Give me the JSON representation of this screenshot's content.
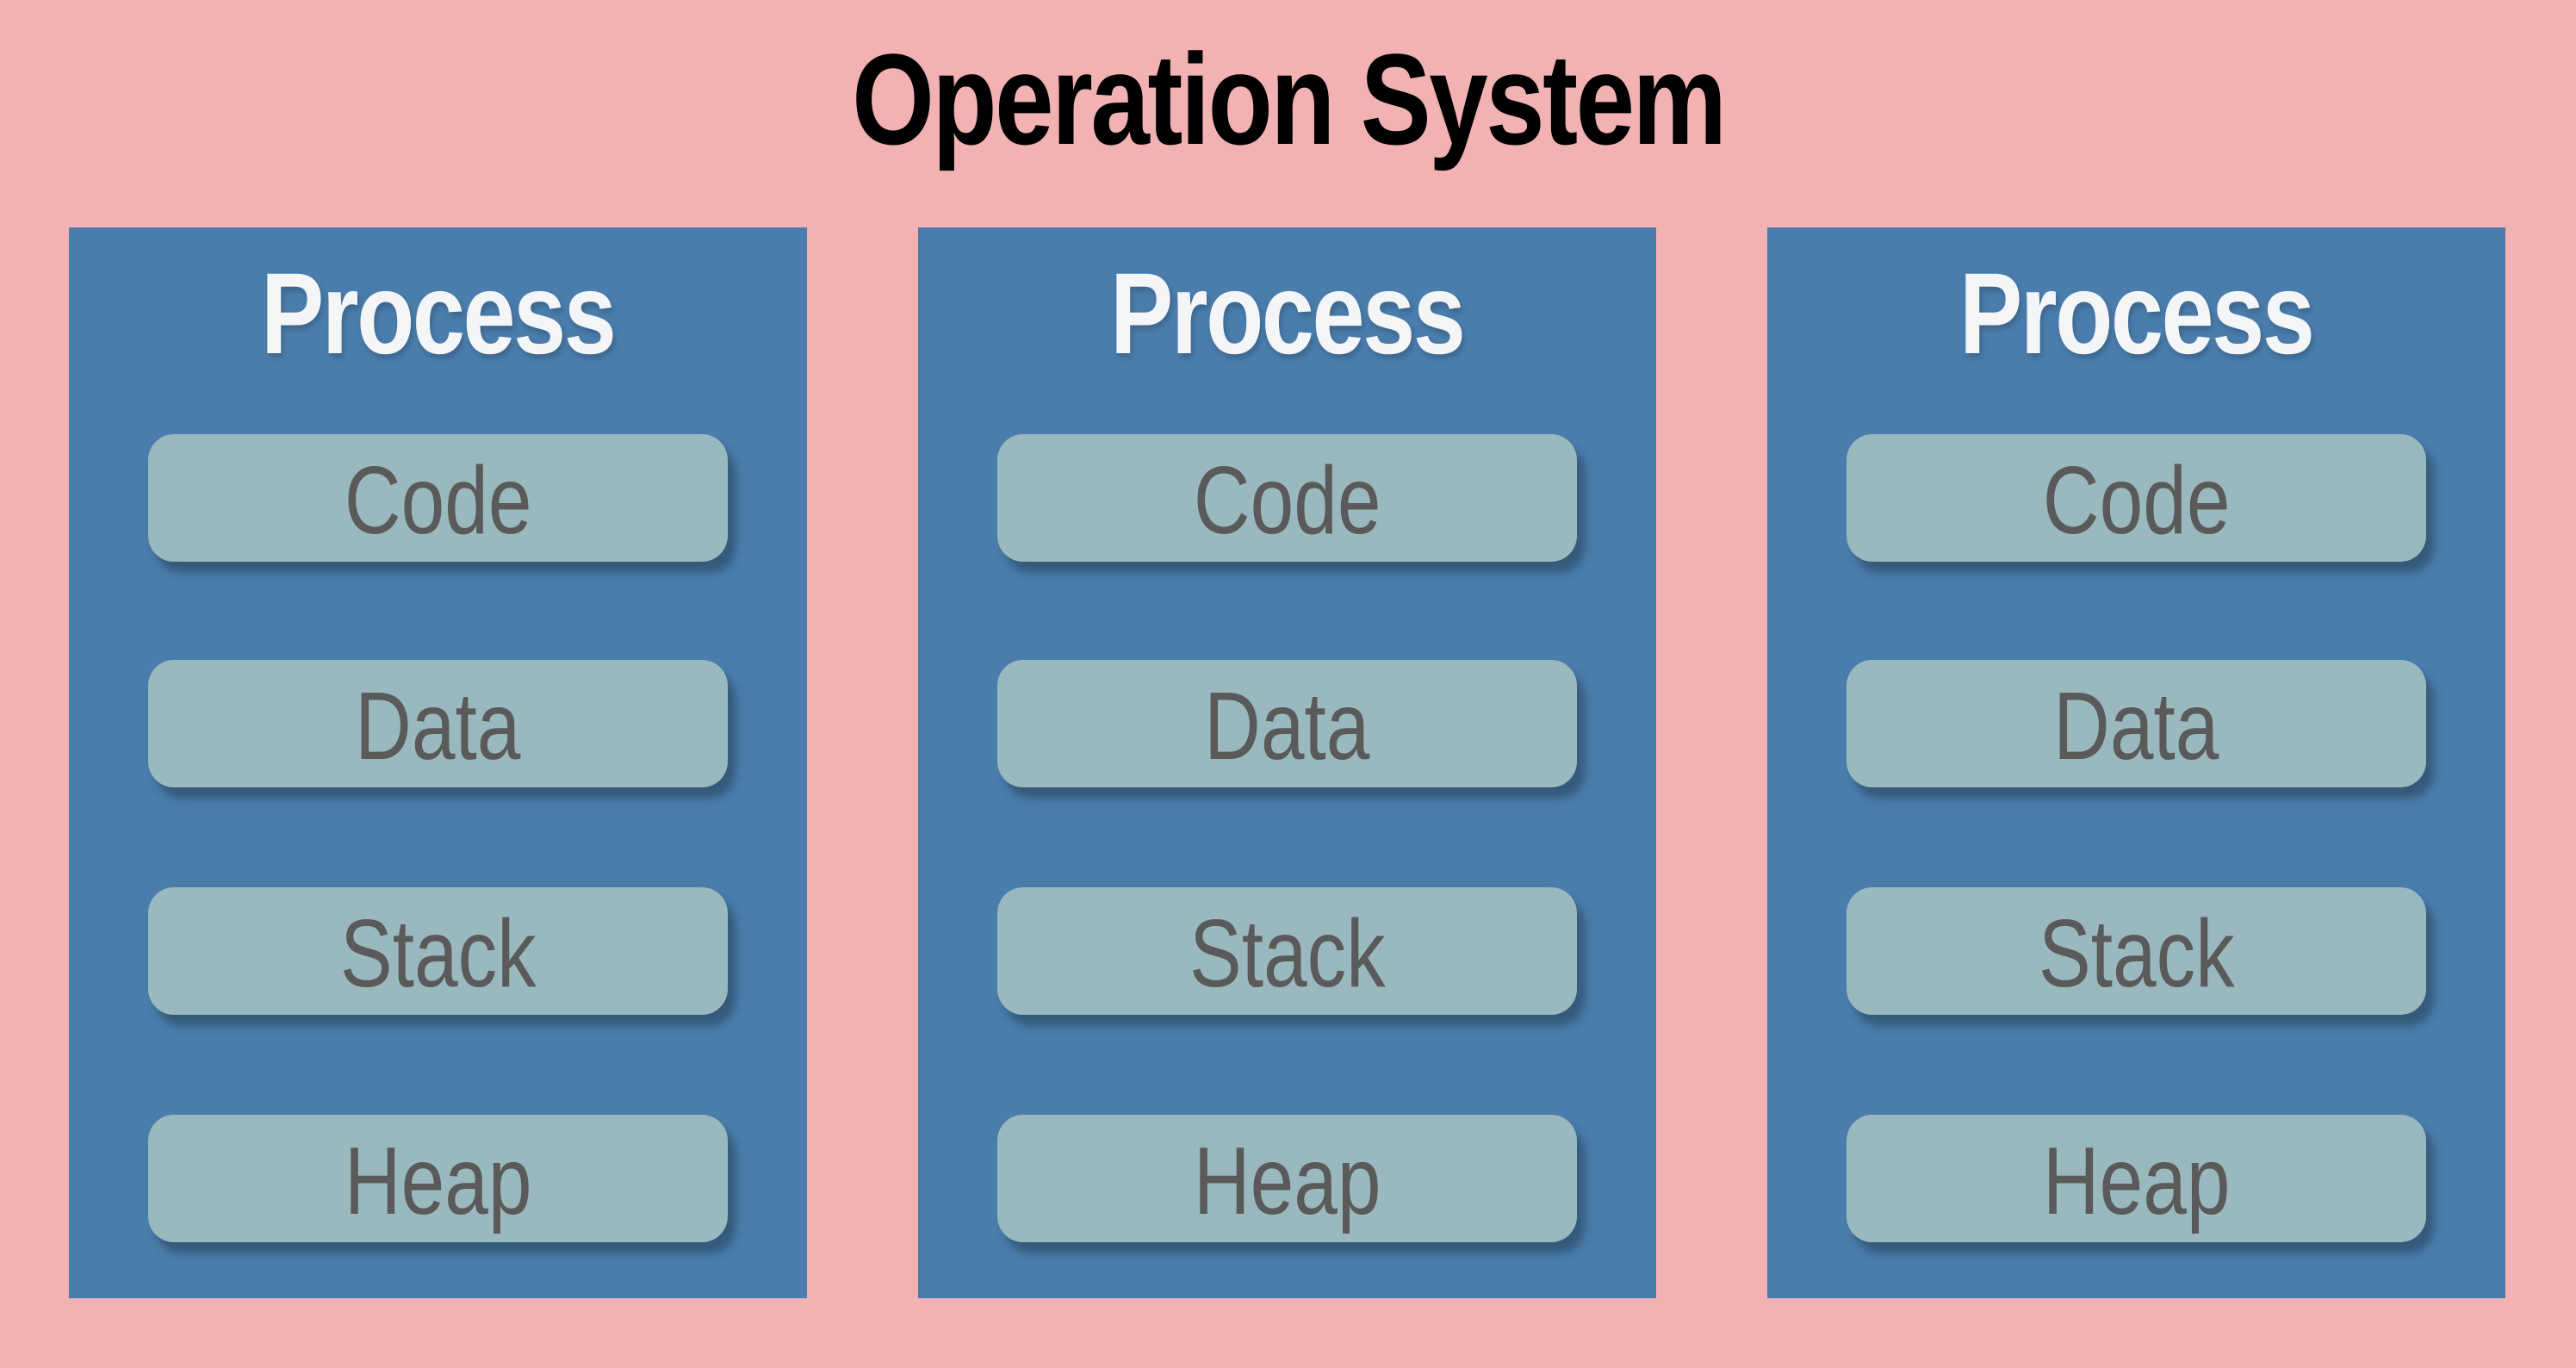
{
  "title": "Operation System",
  "colors": {
    "background": "#f2b1b2",
    "title_text": "#000000",
    "panel": "#4a7dac",
    "panel_title_text": "#f4f5f6",
    "segment": "#9ab9be",
    "segment_text": "#5a5a5a"
  },
  "processes": [
    {
      "title": "Process",
      "segments": [
        "Code",
        "Data",
        "Stack",
        "Heap"
      ]
    },
    {
      "title": "Process",
      "segments": [
        "Code",
        "Data",
        "Stack",
        "Heap"
      ]
    },
    {
      "title": "Process",
      "segments": [
        "Code",
        "Data",
        "Stack",
        "Heap"
      ]
    }
  ]
}
